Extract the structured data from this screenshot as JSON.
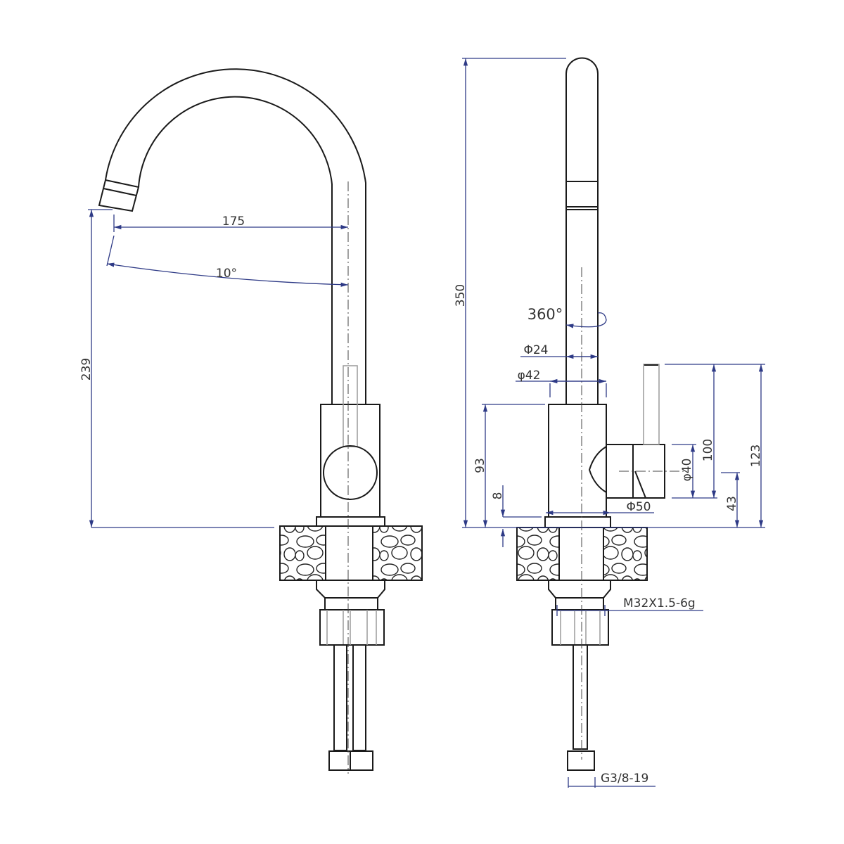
{
  "title": "Kitchen faucet technical drawing",
  "front_view": {
    "dim_height": "239",
    "dim_reach": "175",
    "dim_angle": "10°"
  },
  "side_view": {
    "dim_total_height": "350",
    "dim_rotation": "360°",
    "dim_tube_dia": "Φ24",
    "dim_top_dia": "φ42",
    "dim_body_height": "93",
    "dim_base_offset": "8",
    "dim_base_dia": "Φ50",
    "dim_handle_dia": "φ40",
    "dim_lever_height": "100",
    "dim_handle_axis": "43",
    "dim_overall_lever": "123",
    "thread_spec": "M32X1.5-6g",
    "hose_spec": "G3/8-19"
  },
  "colors": {
    "line": "#1a1a1a",
    "dimension": "#2e3a86"
  }
}
